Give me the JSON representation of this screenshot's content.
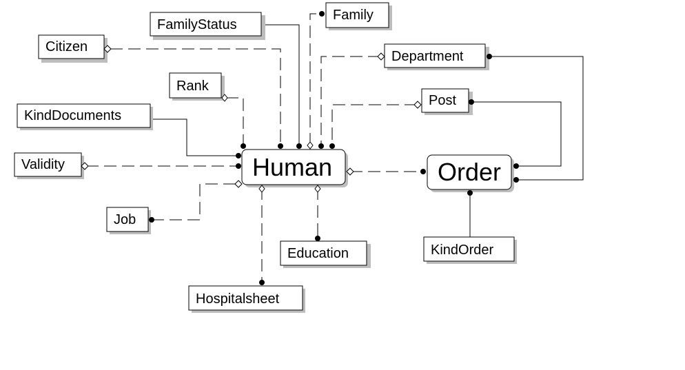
{
  "diagram": {
    "entities": {
      "human": "Human",
      "order": "Order",
      "family_status": "FamilyStatus",
      "family": "Family",
      "citizen": "Citizen",
      "department": "Department",
      "rank": "Rank",
      "post": "Post",
      "kind_documents": "KindDocuments",
      "validity": "Validity",
      "job": "Job",
      "education": "Education",
      "hospitalsheet": "Hospitalsheet",
      "kind_order": "KindOrder"
    }
  }
}
